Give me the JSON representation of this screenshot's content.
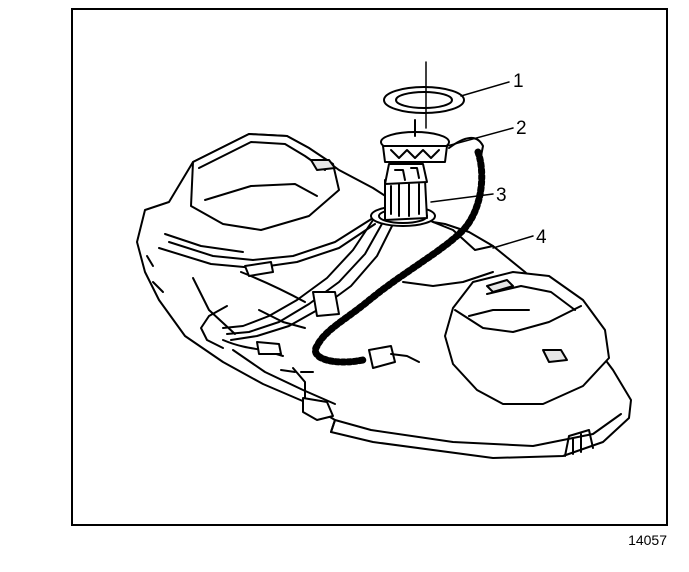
{
  "figure_number": "14057",
  "callouts": [
    "1",
    "2",
    "3",
    "4"
  ],
  "colors": {
    "ink": "#000000",
    "paper": "#ffffff",
    "shade": "#e6e6e6"
  }
}
